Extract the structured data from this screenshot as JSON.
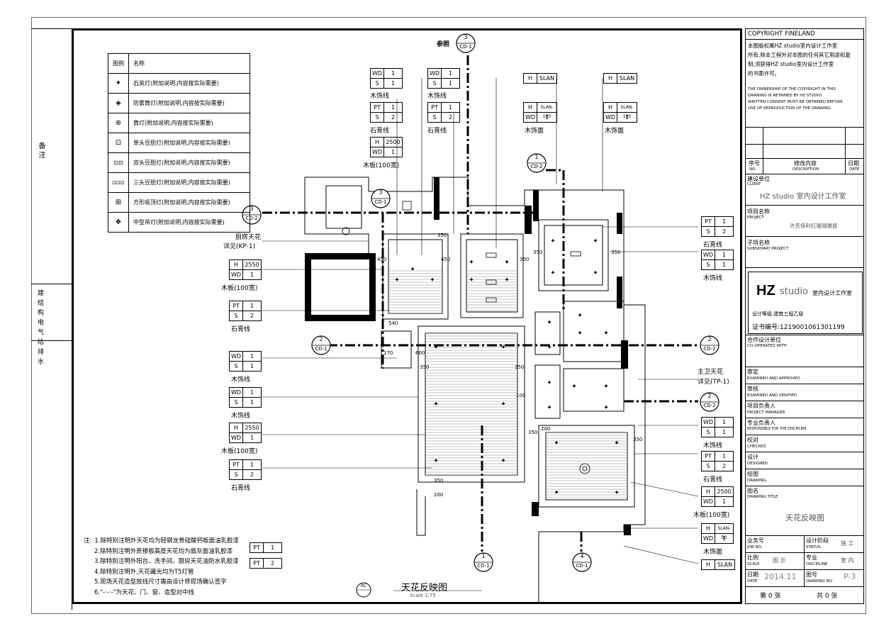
{
  "legend": {
    "header_symbol": "图例",
    "header_name": "名称",
    "items": [
      {
        "icon": "quartz-lamp-icon",
        "glyph": "✦",
        "name": "石英灯(附加说明,内容按实际需要)"
      },
      {
        "icon": "fog-lamp-icon",
        "glyph": "◈",
        "name": "防雾筒灯(附加说明,内容按实际需要)"
      },
      {
        "icon": "downlight-icon",
        "glyph": "⊕",
        "name": "筒灯(附加说明,内容按实际需要)"
      },
      {
        "icon": "single-spotlight-icon",
        "glyph": "⊡",
        "name": "单头豆胆灯(附加说明,内容按实际需要)"
      },
      {
        "icon": "double-spotlight-icon",
        "glyph": "⊡⊡",
        "name": "双头豆胆灯(附加说明,内容按实际需要)"
      },
      {
        "icon": "triple-spotlight-icon",
        "glyph": "⊡⊡⊡",
        "name": "三头豆胆灯(附加说明,内容按实际需要)"
      },
      {
        "icon": "square-ceiling-lamp-icon",
        "glyph": "⊞",
        "name": "方形吸顶灯(附加说明,内容按实际需要)"
      },
      {
        "icon": "chandelier-icon",
        "glyph": "❖",
        "name": "中型吊灯(附加说明,内容按实际需要)"
      }
    ]
  },
  "left_strip": {
    "top_label": "备 注",
    "disciplines": "建 结 构 电 气 给 排 水"
  },
  "callouts": {
    "sec3_top": {
      "num": "3",
      "ref": "CD-1",
      "prefix": "参照"
    },
    "sec3_mid": {
      "num": "3",
      "ref": "CD-1"
    },
    "sec3_left": {
      "num": "3",
      "ref": "CD-2"
    },
    "sec1_top": {
      "num": "1",
      "ref": "CD-2"
    },
    "sec2_left": {
      "num": "2",
      "ref": "CD-1"
    },
    "sec2_right1": {
      "num": "2",
      "ref": "CD-2"
    },
    "sec2_right2": {
      "num": "2",
      "ref": "CD-2"
    },
    "sec1_bottom": {
      "num": "1",
      "ref": "CD-1"
    },
    "sec4_bottom": {
      "num": "4",
      "ref": "CD-1"
    }
  },
  "tags": {
    "t1": {
      "rows": [
        [
          "WD",
          "1"
        ],
        [
          "S",
          "1"
        ]
      ],
      "label": "木饰线"
    },
    "t2": {
      "rows": [
        [
          "WD",
          "1"
        ],
        [
          "S",
          "1"
        ]
      ],
      "label": "木饰线"
    },
    "t3": {
      "rows": [
        [
          "PT",
          "1"
        ],
        [
          "S",
          "2"
        ]
      ],
      "label": "石膏线"
    },
    "t4": {
      "rows": [
        [
          "PT",
          "1"
        ],
        [
          "S",
          "2"
        ]
      ],
      "label": "石膏线"
    },
    "t5": {
      "rows": [
        [
          "H",
          "2500"
        ],
        [
          "WD",
          "1"
        ]
      ],
      "label": "木板(100宽)"
    },
    "t6": {
      "rows": [
        [
          "H",
          "SLAN"
        ]
      ],
      "label": ""
    },
    "t7": {
      "rows": [
        [
          "H",
          "SLAN"
        ]
      ],
      "label": ""
    },
    "t8": {
      "rows": [
        [
          "H",
          "SLAN-100"
        ],
        [
          "WD",
          "1"
        ]
      ],
      "label": "木饰面"
    },
    "t9": {
      "rows": [
        [
          "H",
          "SLAN-100"
        ],
        [
          "WD",
          "1"
        ]
      ],
      "label": "木饰面"
    },
    "t10": {
      "rows": [
        [
          "H",
          "2550"
        ],
        [
          "WD",
          "1"
        ]
      ],
      "label": "木板(100宽)"
    },
    "t11": {
      "rows": [
        [
          "PT",
          "1"
        ],
        [
          "S",
          "2"
        ]
      ],
      "label": "石膏线"
    },
    "t12": {
      "rows": [
        [
          "WD",
          "1"
        ],
        [
          "S",
          "1"
        ]
      ],
      "label": "木饰线"
    },
    "t13": {
      "rows": [
        [
          "WD",
          "1"
        ],
        [
          "S",
          "1"
        ]
      ],
      "label": "木饰线"
    },
    "t14": {
      "rows": [
        [
          "H",
          "2550"
        ],
        [
          "WD",
          "1"
        ]
      ],
      "label": "木板(100宽)"
    },
    "t15": {
      "rows": [
        [
          "PT",
          "1"
        ],
        [
          "S",
          "2"
        ]
      ],
      "label": "石膏线"
    },
    "t16": {
      "rows": [
        [
          "PT",
          "1"
        ],
        [
          "S",
          "2"
        ]
      ],
      "label": "石膏线"
    },
    "t17": {
      "rows": [
        [
          "WD",
          "1"
        ],
        [
          "S",
          "1"
        ]
      ],
      "label": "木饰线"
    },
    "t18": {
      "rows": [
        [
          "WD",
          "1"
        ],
        [
          "S",
          "1"
        ]
      ],
      "label": "木饰线"
    },
    "t19": {
      "rows": [
        [
          "PT",
          "1"
        ],
        [
          "S",
          "2"
        ]
      ],
      "label": "石膏线"
    },
    "t20": {
      "rows": [
        [
          "H",
          "2500"
        ],
        [
          "WD",
          "1"
        ]
      ],
      "label": "木板(100宽)"
    },
    "t21": {
      "rows": [
        [
          "H",
          "SLAN-50"
        ],
        [
          "WD",
          "1"
        ]
      ],
      "label": "木饰面"
    },
    "t22": {
      "rows": [
        [
          "H",
          "SLAN"
        ]
      ],
      "label": ""
    }
  },
  "room_labels": {
    "kitchen": "厨房天花",
    "kitchen_ref": "详见(KP-1)",
    "bath": "主卫天花",
    "bath_ref": "详见(TP-1)"
  },
  "dims": [
    "350",
    "450",
    "450",
    "350",
    "350",
    "350",
    "540",
    "170",
    "600",
    "350",
    "350",
    "100",
    "200",
    "350",
    "350",
    "200",
    "350"
  ],
  "notes": {
    "prefix": "注:",
    "lines": [
      "1.除特别注明外天花均为轻钢龙骨硅酸钙板面油乳胶漆",
      "2.除特别注明外蔗楼板高度天花均为扇灰面油乳胶漆",
      "3.除特别注明外阳台、洗手间、厨房天花油防水乳胶漆",
      "4.除特别注明外,天花藏光均为T5灯管",
      "5.现场天花造型放线尺寸需由设计师现场确认签字",
      "6.\"-·-·-\"为天花、门、窗、造型对中线"
    ],
    "pt1": [
      "PT",
      "1"
    ],
    "pt2": [
      "PT",
      "2"
    ]
  },
  "drawing_title": {
    "badge": "RC",
    "title": "天花反映图",
    "scale": "Scale 1:75"
  },
  "title_block": {
    "copyright": "COPYRIGHT FINELAND",
    "cn_line1": "本图版权属HZ studio室内设计工作室",
    "cn_line2": "所有,除本工程外对本图的任何其它用途和复",
    "cn_line3": "制,须获得HZ studio室内设计工作室",
    "cn_line4": "的书面许可。",
    "en_line1": "THE OWNERSHIP OF THE COPYRIGHT IN THIS",
    "en_line2": "DRAWING IS RETAINED BY HZ STUDIO.",
    "en_line3": "WRITTEN CONSENT MUST BE OBTAINED BEFORE",
    "en_line4": "USE OF REPRODUCTION OF THE DRAWING.",
    "rev_no": "序号",
    "rev_no_en": "NO.",
    "rev_desc": "修改内容",
    "rev_desc_en": "DESCRIPTION",
    "rev_date": "日期",
    "rev_date_en": "DATE",
    "client": "建设单位",
    "client_en": "CLIENT",
    "client_val": "HZ studio 室内设计工作室",
    "project": "项目名称",
    "project_en": "PROJECT",
    "project_val": "许氏保利红珊瑚雅居",
    "subproject": "子项名称",
    "subproject_en": "SUBSIDIARY PROJECT",
    "logo_hz": "HZ",
    "logo_studio": "studio",
    "logo_cn": "室内设计工作室",
    "grade": "设计等级:建筑工程乙级",
    "cert": "证书编号:1219001061301199",
    "coop": "合作设计单位",
    "coop_en": "CO-OPERATED WITH",
    "approved": "审定",
    "approved_en": "EXAMINED AND APPROVED",
    "verified": "审核",
    "verified_en": "EXAMINED AND VERIFIED",
    "pm": "项目负责人",
    "pm_en": "PROJECT MANAGER",
    "disc": "专业负责人",
    "disc_en": "RESPONSIBLE FOR THE DISCIPLINE",
    "checked": "校对",
    "checked_en": "CHECKED",
    "designed": "设计",
    "designed_en": "DESIGNED",
    "drawing": "绘图",
    "drawing_en": "DRAWING",
    "dtitle": "图名",
    "dtitle_en": "DRAWING TITLE",
    "dtitle_val": "天花反映图",
    "job": "业务号",
    "job_en": "JOB NO.",
    "status": "设计阶段",
    "status_en": "STATUS",
    "status_val": "施 工",
    "scale": "比例",
    "scale_en": "SCALE",
    "scale_val": "图 示",
    "discipline": "专业",
    "discipline_en": "DISCIPLINE",
    "discipline_val": "室 内",
    "date": "日期",
    "date_en": "DATE",
    "date_val": "2014.11",
    "dno": "图号",
    "dno_en": "DRAWING NO",
    "dno_val": "P-3",
    "sheet": "第 0 张",
    "total": "共 0 张"
  }
}
